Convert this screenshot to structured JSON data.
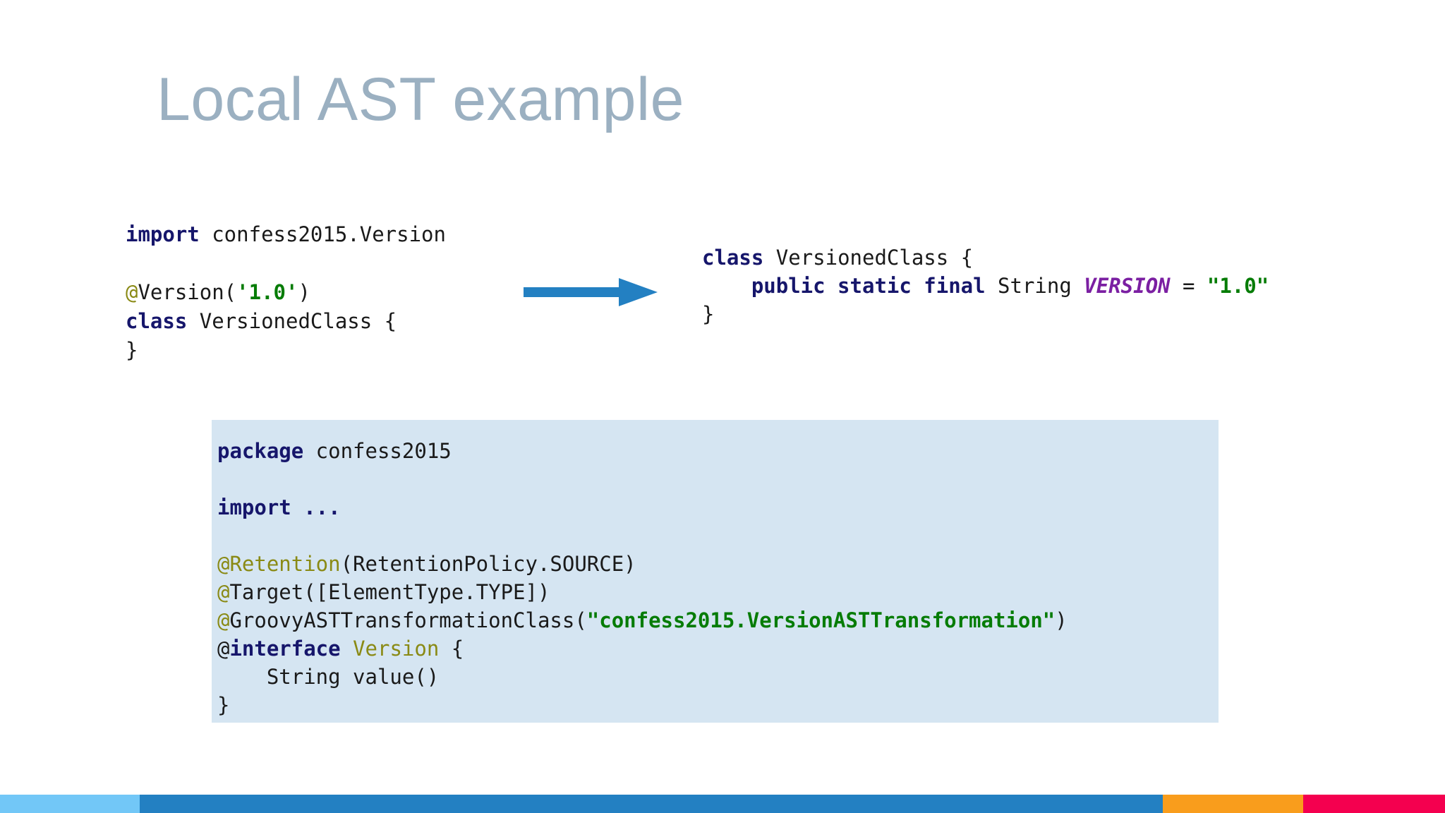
{
  "slide": {
    "title": "Local AST example",
    "title_color": "#9bb0c1",
    "background": "#ffffff"
  },
  "source_snippet": {
    "name": "groovy-source-using-annotation",
    "lines": [
      [
        {
          "t": "import",
          "c": "kw"
        },
        {
          "t": " confess2015.Version",
          "c": "plain"
        }
      ],
      [],
      [
        {
          "t": "@",
          "c": "ann"
        },
        {
          "t": "Version(",
          "c": "plain"
        },
        {
          "t": "'1.0'",
          "c": "str"
        },
        {
          "t": ")",
          "c": "plain"
        }
      ],
      [
        {
          "t": "class",
          "c": "kw"
        },
        {
          "t": " VersionedClass {",
          "c": "plain"
        }
      ],
      [
        {
          "t": "}",
          "c": "plain"
        }
      ]
    ]
  },
  "arrow": {
    "name": "transform-arrow",
    "color": "#2380c2",
    "direction": "right"
  },
  "generated_snippet": {
    "name": "generated-bytecode-equivalent",
    "lines": [
      [
        {
          "t": "class",
          "c": "kw"
        },
        {
          "t": " VersionedClass {",
          "c": "plain"
        }
      ],
      [
        {
          "t": "    ",
          "c": "plain"
        },
        {
          "t": "public static final",
          "c": "kw"
        },
        {
          "t": " String ",
          "c": "plain"
        },
        {
          "t": "VERSION",
          "c": "field"
        },
        {
          "t": " = ",
          "c": "op"
        },
        {
          "t": "\"1.0\"",
          "c": "str"
        }
      ],
      [
        {
          "t": "}",
          "c": "plain"
        }
      ]
    ]
  },
  "annotation_panel": {
    "name": "annotation-definition-panel",
    "background": "#d5e5f2",
    "lines": [
      [
        {
          "t": "package",
          "c": "kw"
        },
        {
          "t": " confess2015",
          "c": "plain"
        }
      ],
      [],
      [
        {
          "t": "import ...",
          "c": "kw"
        }
      ],
      [],
      [
        {
          "t": "@Retention",
          "c": "annname"
        },
        {
          "t": "(RetentionPolicy.SOURCE)",
          "c": "plain"
        }
      ],
      [
        {
          "t": "@",
          "c": "ann"
        },
        {
          "t": "Target([ElementType.TYPE])",
          "c": "plain"
        }
      ],
      [
        {
          "t": "@",
          "c": "ann"
        },
        {
          "t": "GroovyASTTransformationClass(",
          "c": "plain"
        },
        {
          "t": "\"confess2015.VersionASTTransformation\"",
          "c": "str"
        },
        {
          "t": ")",
          "c": "plain"
        }
      ],
      [
        {
          "t": "@",
          "c": "plain"
        },
        {
          "t": "interface",
          "c": "kw"
        },
        {
          "t": " ",
          "c": "plain"
        },
        {
          "t": "Version",
          "c": "annname"
        },
        {
          "t": " {",
          "c": "plain"
        }
      ],
      [
        {
          "t": "    String value()",
          "c": "plain"
        }
      ],
      [
        {
          "t": "}",
          "c": "plain"
        }
      ]
    ]
  },
  "footer_bar": {
    "name": "footer-color-bar",
    "segments": [
      {
        "name": "segment-light-blue",
        "color": "#72c7f7"
      },
      {
        "name": "segment-blue",
        "color": "#2380c2"
      },
      {
        "name": "segment-orange",
        "color": "#f99d1c"
      },
      {
        "name": "segment-pink",
        "color": "#f4004f"
      }
    ]
  },
  "syntax_colors": {
    "keyword": "#16166b",
    "string": "#067c06",
    "annotation": "#8a8a15",
    "field": "#7b1fa2",
    "plain": "#1a1a1a"
  }
}
